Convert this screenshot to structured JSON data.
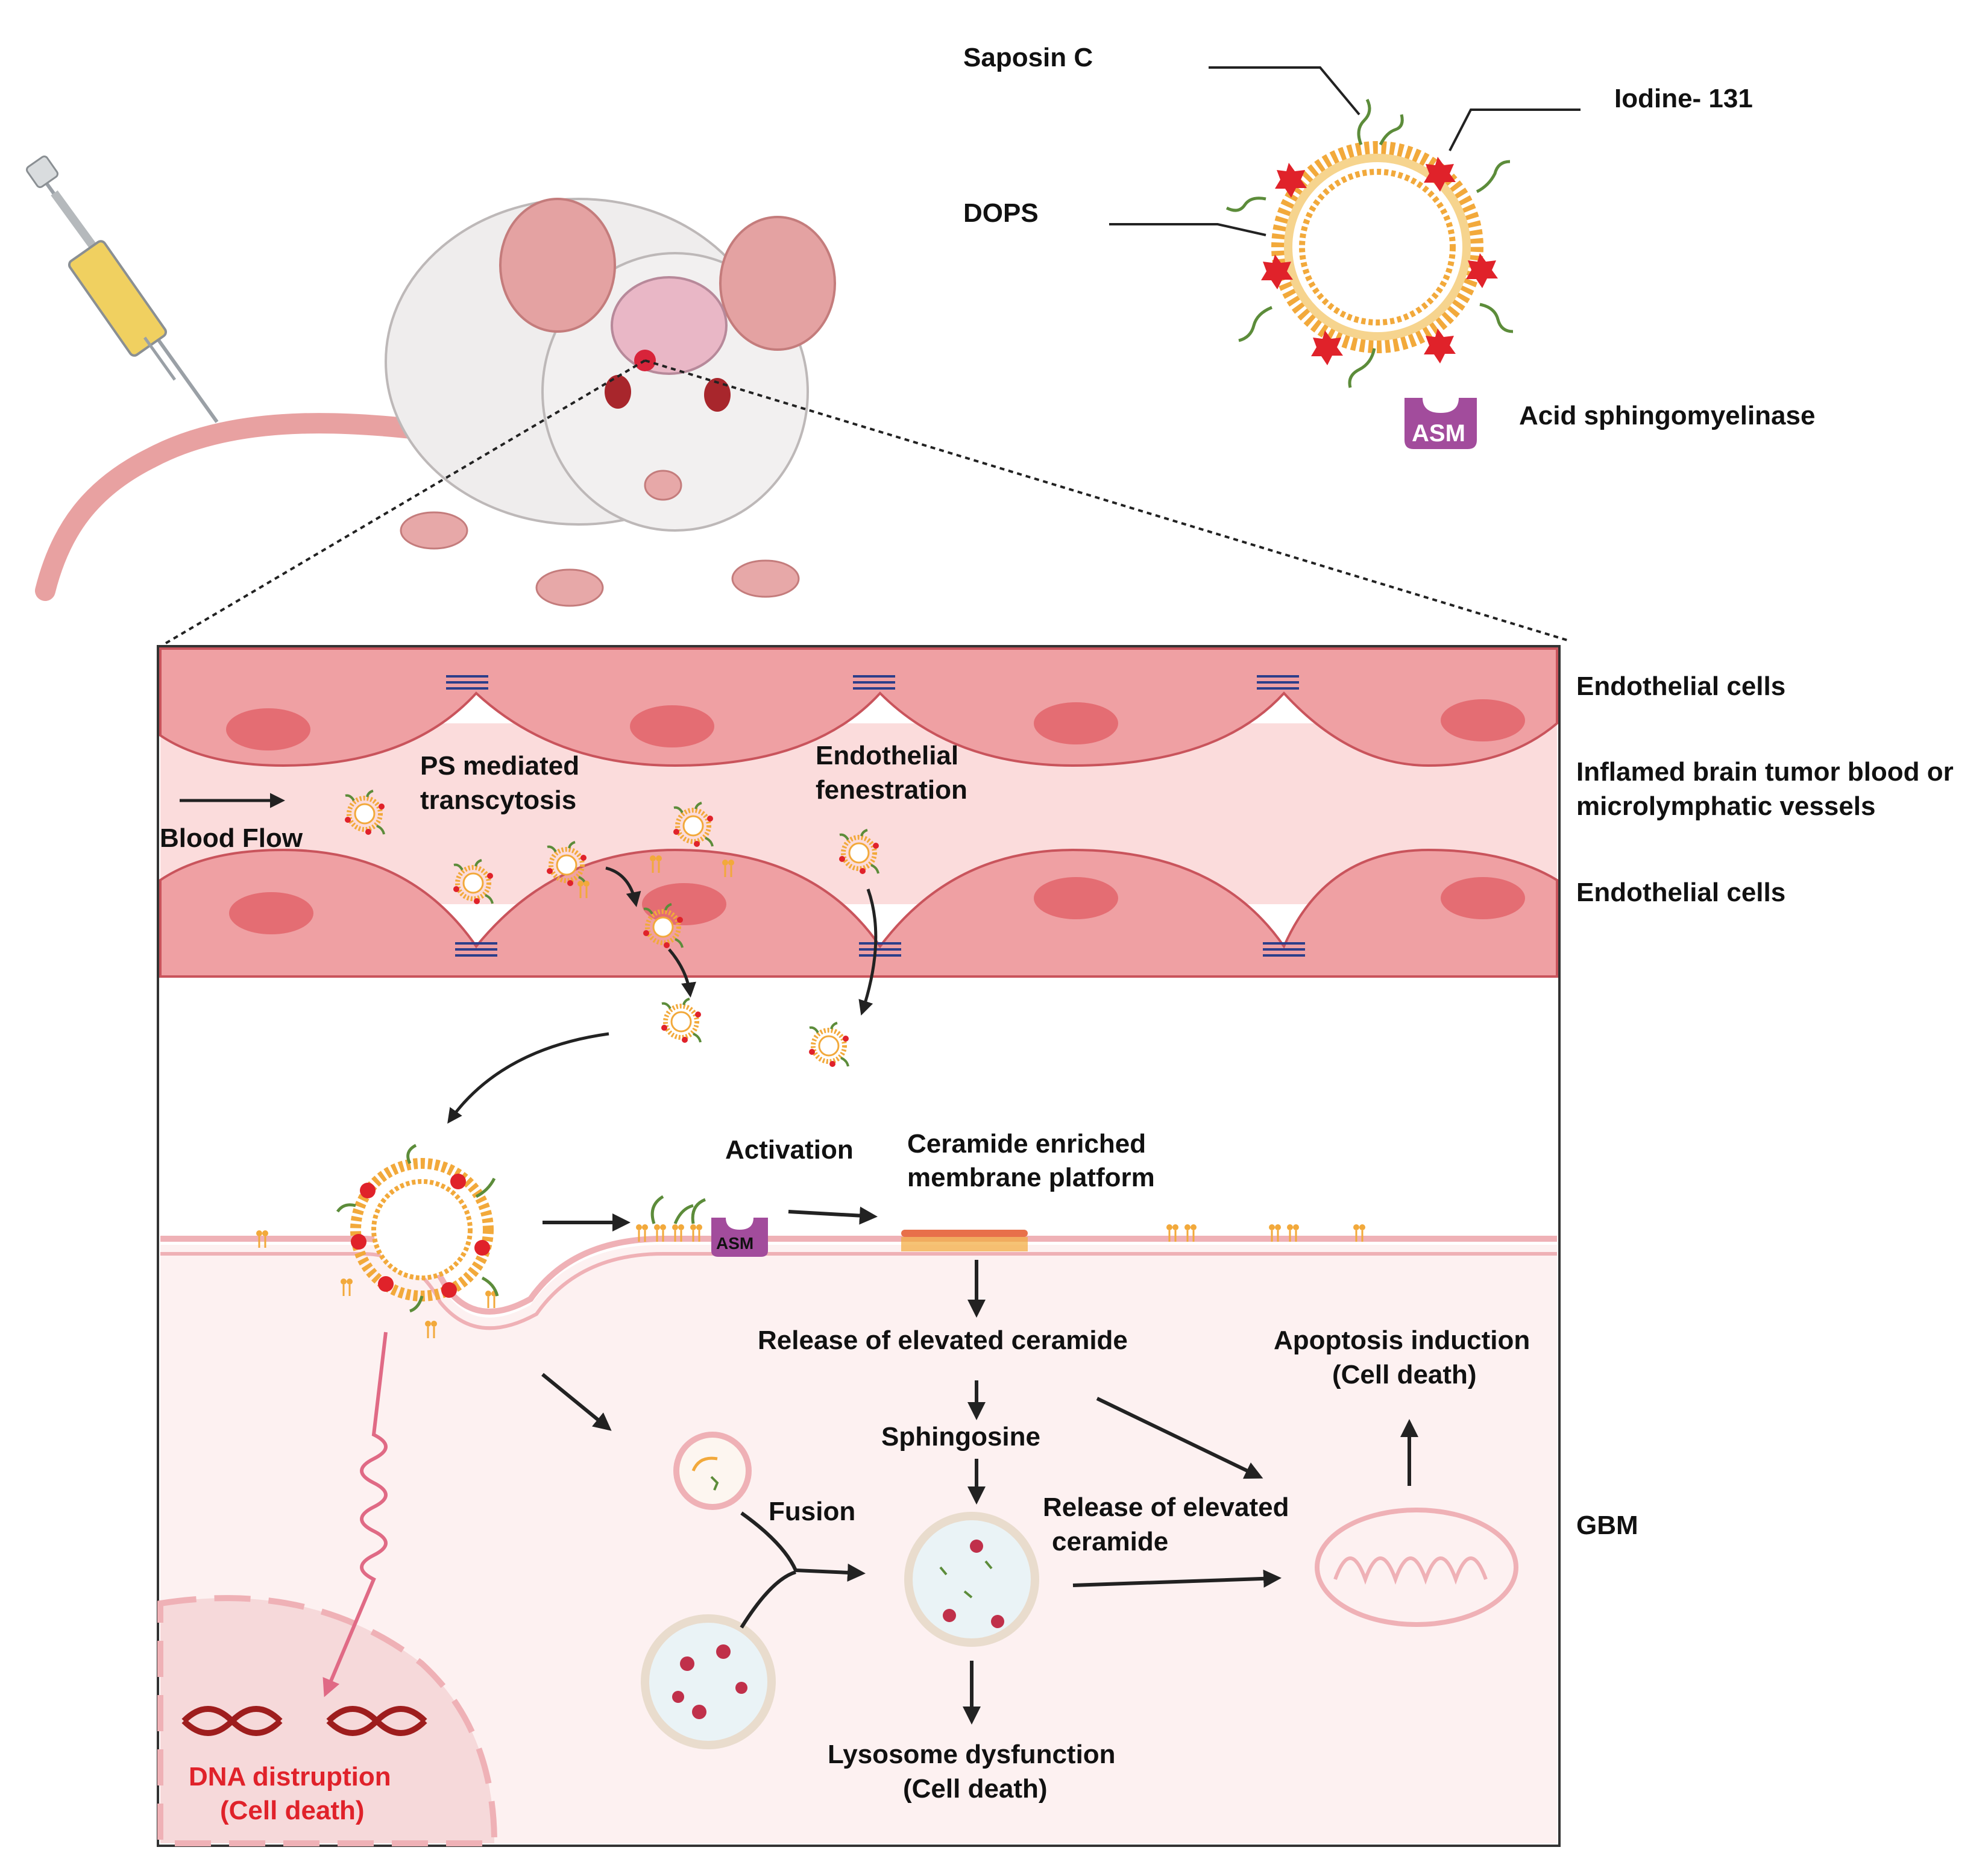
{
  "labels": {
    "saposin_c": "Saposin C",
    "iodine": "Iodine- 131",
    "dops": "DOPS",
    "acid_sphingomyelinase": "Acid sphingomyelinase",
    "asm": "ASM",
    "endothelial_top": "Endothelial cells",
    "vessel_1": "Inflamed brain tumor blood or",
    "vessel_2": "microlymphatic vessels",
    "endothelial_bottom": "Endothelial cells",
    "gbm": "GBM",
    "blood_flow": "Blood Flow",
    "ps_1": "PS mediated",
    "ps_2": "transcytosis",
    "fen_1": "Endothelial",
    "fen_2": "fenestration",
    "activation": "Activation",
    "ceramide_1": "Ceramide enriched",
    "ceramide_2": "membrane platform",
    "release_elevated": "Release of elevated ceramide",
    "apoptosis_1": "Apoptosis induction",
    "apoptosis_2": "(Cell death)",
    "sphingosine": "Sphingosine",
    "fusion": "Fusion",
    "release2_1": "Release of elevated",
    "release2_2": "ceramide",
    "lysosome_1": "Lysosome dysfunction",
    "lysosome_2": "(Cell death)",
    "dna_1": "DNA distruption",
    "dna_2": "(Cell death)"
  },
  "colors": {
    "vessel_cell": "#efa0a3",
    "vessel_cell_edge": "#c9545c",
    "lumen": "#fbdcdc",
    "nucleus": "#e46d73",
    "membrane_orange": "#f2a93b",
    "saposin_green": "#5c8c3a",
    "iodine_red": "#e0222a",
    "asm_purple": "#a24c9c",
    "dna_red": "#9e1d1d",
    "cell_interior": "#fdf1f1"
  }
}
